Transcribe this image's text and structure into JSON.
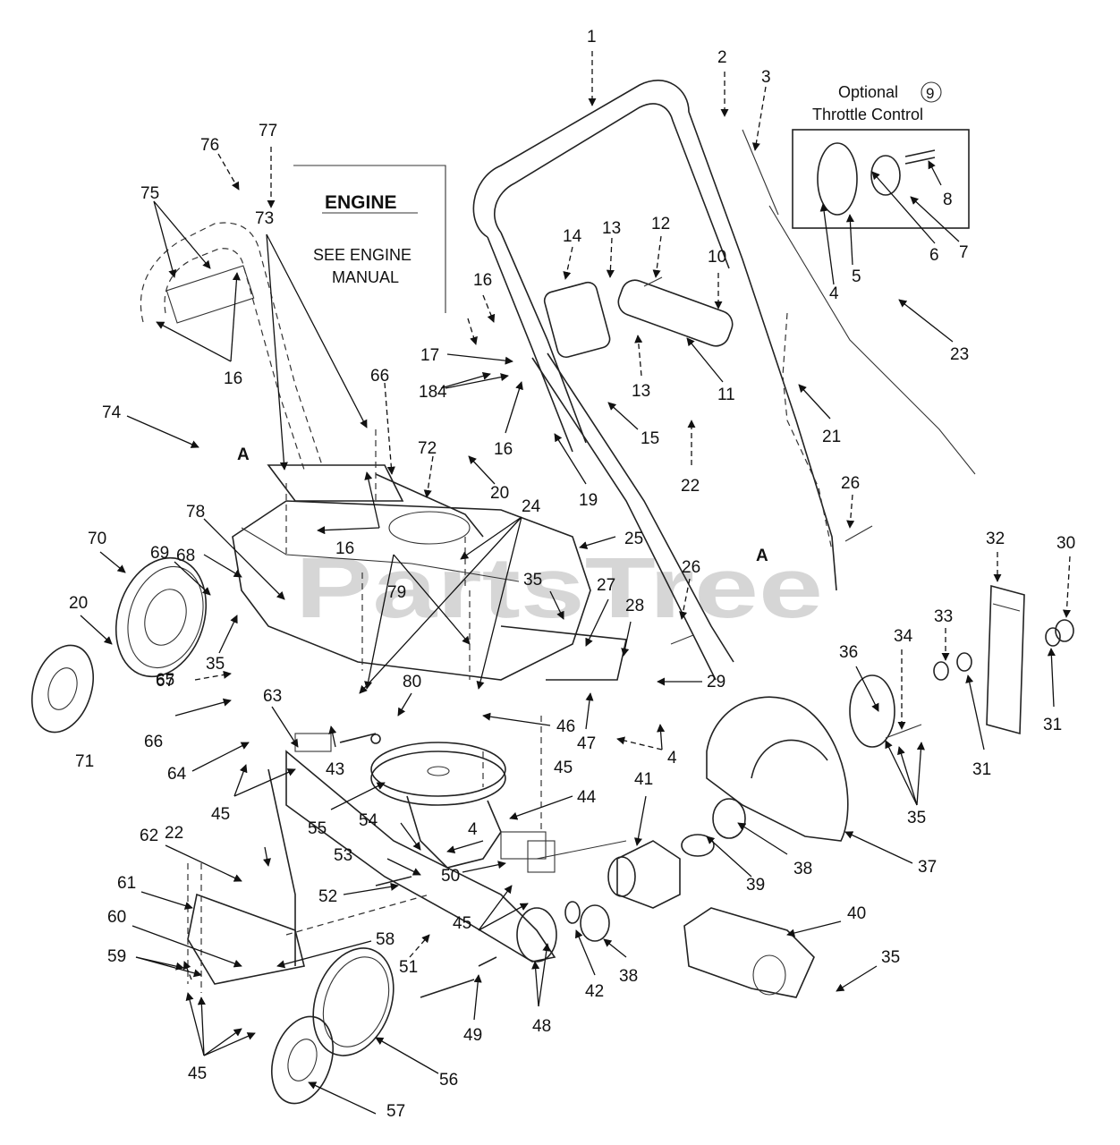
{
  "watermark": "PartsTree",
  "engine_box": {
    "heading": "ENGINE",
    "line1": "SEE ENGINE",
    "line2": "MANUAL"
  },
  "throttle_box": {
    "line1": "Optional",
    "circled": "9",
    "line2": "Throttle Control"
  },
  "section_marks": [
    "A",
    "A"
  ],
  "callouts": [
    "1",
    "2",
    "3",
    "4",
    "5",
    "6",
    "7",
    "8",
    "10",
    "11",
    "12",
    "13",
    "13",
    "14",
    "15",
    "16",
    "16",
    "16",
    "16",
    "17",
    "18",
    "4",
    "19",
    "20",
    "20",
    "21",
    "22",
    "22",
    "23",
    "24",
    "25",
    "26",
    "26",
    "27",
    "28",
    "29",
    "30",
    "31",
    "31",
    "32",
    "33",
    "34",
    "35",
    "35",
    "35",
    "35",
    "36",
    "37",
    "38",
    "38",
    "39",
    "40",
    "41",
    "42",
    "43",
    "44",
    "45",
    "45",
    "45",
    "45",
    "46",
    "47",
    "48",
    "49",
    "50",
    "51",
    "52",
    "53",
    "54",
    "55",
    "56",
    "57",
    "58",
    "59",
    "60",
    "61",
    "62",
    "63",
    "64",
    "65",
    "66",
    "66",
    "67",
    "68",
    "69",
    "70",
    "71",
    "72",
    "73",
    "74",
    "75",
    "76",
    "77",
    "78",
    "79",
    "80",
    "4",
    "4"
  ]
}
